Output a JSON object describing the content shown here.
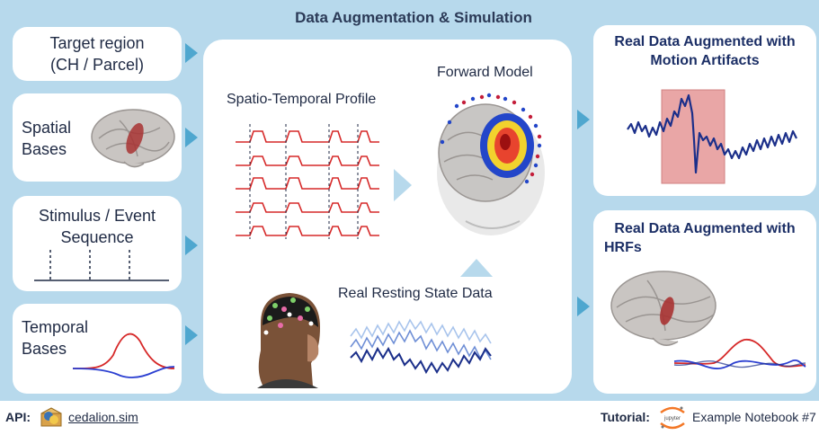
{
  "header": {
    "title": "Data Augmentation & Simulation"
  },
  "inputs": {
    "target_region_line1": "Target region",
    "target_region_line2": "(CH / Parcel)",
    "spatial_bases_line1": "Spatial",
    "spatial_bases_line2": "Bases",
    "stimulus_line1": "Stimulus / Event",
    "stimulus_line2": "Sequence",
    "temporal_bases_line1": "Temporal",
    "temporal_bases_line2": "Bases"
  },
  "center": {
    "spatio_temporal_label": "Spatio-Temporal Profile",
    "forward_model_label": "Forward Model",
    "resting_state_label": "Real Resting State Data"
  },
  "outputs": {
    "motion_line1": "Real Data Augmented with",
    "motion_line2": "Motion Artifacts",
    "hrf_line1": "Real Data Augmented with",
    "hrf_line2": "HRFs"
  },
  "footer": {
    "api_label": "API:",
    "api_link": "cedalion.sim",
    "tutorial_label": "Tutorial:",
    "jupyter_text": "jupyter",
    "notebook_text": "Example Notebook #7"
  },
  "colors": {
    "frame_bg": "#b7d9ec",
    "arrow": "#4fa7cf",
    "signal_red": "#d62828",
    "signal_blue": "#1b2f8a",
    "highlight_box": "#e9a6a6"
  },
  "icons": [
    "brain-icon",
    "head-icon",
    "eeg-cap-photo",
    "python-package-icon",
    "jupyter-icon"
  ]
}
